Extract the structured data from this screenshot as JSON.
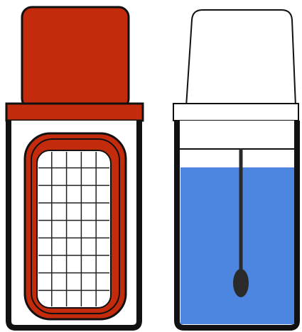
{
  "colors": {
    "background": "#ffffff",
    "outline": "#111111",
    "red_unit": "#c42a0c",
    "white_unit": "#ffffff",
    "liquid": "#4c86e0",
    "swab": "#2a2a2a",
    "mesh_background": "#ffffff",
    "mesh_lines": "#222222"
  },
  "illustration": {
    "left_container": {
      "icon": "red-mesh-insert-icon",
      "mesh": {
        "columns": 5,
        "rows": 9
      }
    },
    "right_container": {
      "icon": "liquid-swab-tube-icon",
      "liquid_fill_fraction": 0.77
    }
  }
}
